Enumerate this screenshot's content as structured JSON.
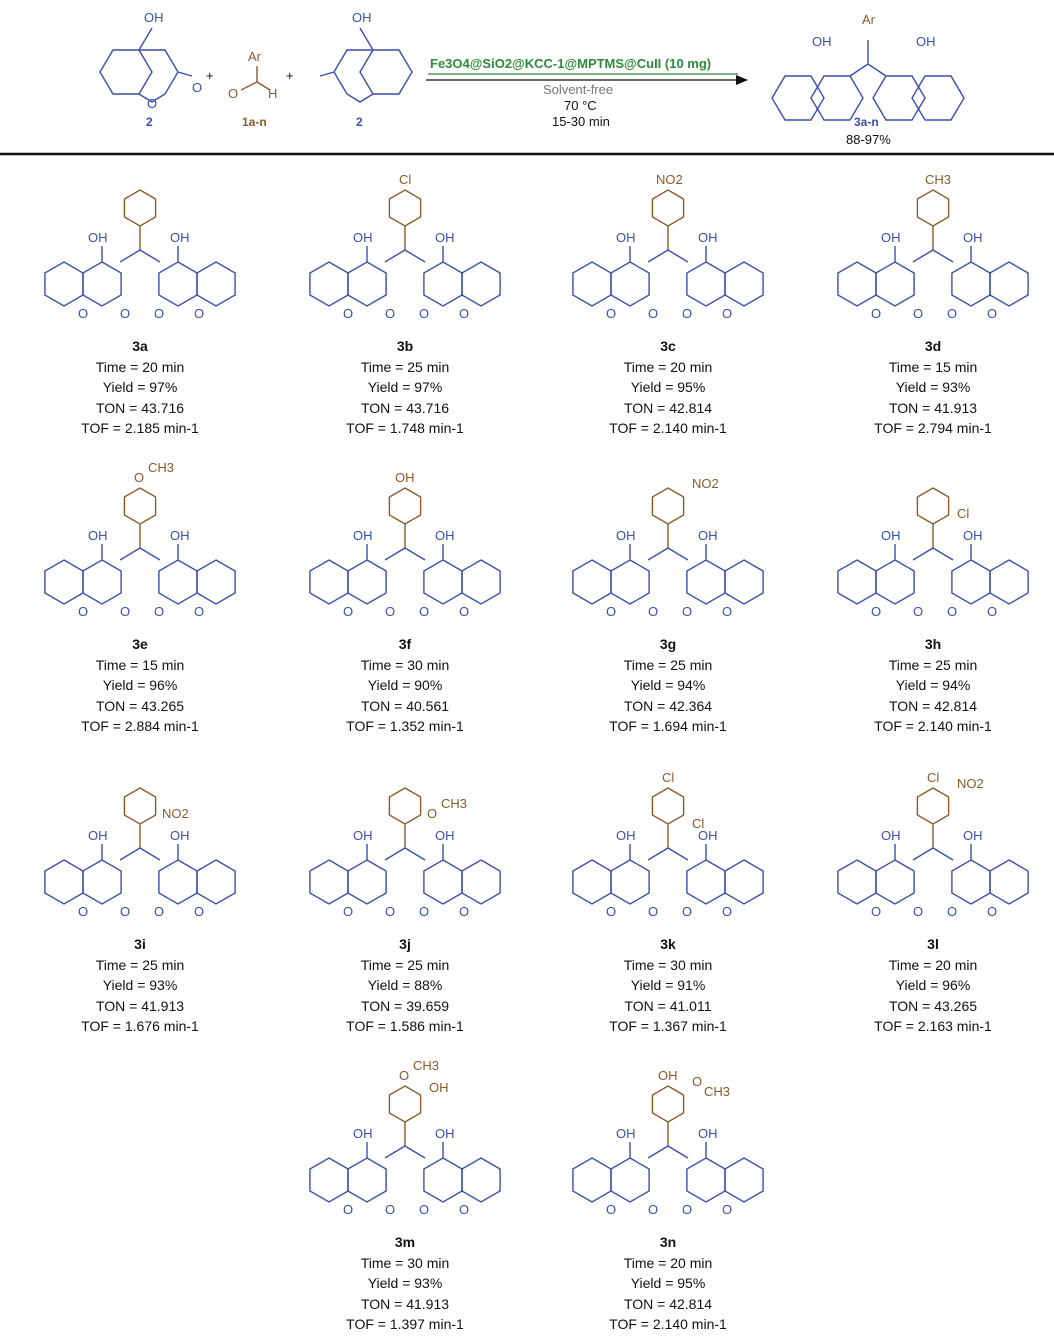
{
  "scheme": {
    "reactant_left_label": "2",
    "aldehyde_label": "1a-n",
    "reactant_right_label": "2",
    "product_label": "3a-n",
    "product_yield": "88-97%",
    "plus": "+",
    "catalyst": "Fe3O4@SiO2@KCC-1@MPTMS@CuII (10 mg)",
    "conditions": [
      "Solvent-free",
      "70 °C",
      "15-30 min"
    ],
    "atoms": {
      "OH": "OH",
      "O": "O",
      "H": "H",
      "Ar": "Ar",
      "Cl": "Cl",
      "NO2": "NO2",
      "CH3": "CH3"
    }
  },
  "compounds": [
    {
      "id": "3a",
      "time": "Time = 20 min",
      "yield": "Yield = 97%",
      "ton": "TON = 43.716",
      "tof": "TOF = 2.185 min-1",
      "substituent": "phenyl"
    },
    {
      "id": "3b",
      "time": "Time = 25 min",
      "yield": "Yield = 97%",
      "ton": "TON = 43.716",
      "tof": "TOF = 1.748 min-1",
      "substituent": "4-Cl"
    },
    {
      "id": "3c",
      "time": "Time = 20 min",
      "yield": "Yield = 95%",
      "ton": "TON = 42.814",
      "tof": "TOF = 2.140 min-1",
      "substituent": "4-NO2"
    },
    {
      "id": "3d",
      "time": "Time = 15 min",
      "yield": "Yield = 93%",
      "ton": "TON = 41.913",
      "tof": "TOF = 2.794 min-1",
      "substituent": "4-CH3"
    },
    {
      "id": "3e",
      "time": "Time = 15 min",
      "yield": "Yield = 96%",
      "ton": "TON = 43.265",
      "tof": "TOF = 2.884 min-1",
      "substituent": "4-OCH3"
    },
    {
      "id": "3f",
      "time": "Time = 30 min",
      "yield": "Yield = 90%",
      "ton": "TON = 40.561",
      "tof": "TOF = 1.352 min-1",
      "substituent": "4-OH"
    },
    {
      "id": "3g",
      "time": "Time = 25 min",
      "yield": "Yield = 94%",
      "ton": "TON = 42.364",
      "tof": "TOF = 1.694 min-1",
      "substituent": "3-NO2"
    },
    {
      "id": "3h",
      "time": "Time = 25 min",
      "yield": "Yield = 94%",
      "ton": "TON = 42.814",
      "tof": "TOF = 2.140 min-1",
      "substituent": "2-Cl"
    },
    {
      "id": "3i",
      "time": "Time = 25 min",
      "yield": "Yield = 93%",
      "ton": "TON = 41.913",
      "tof": "TOF = 1.676 min-1",
      "substituent": "2-NO2"
    },
    {
      "id": "3j",
      "time": "Time = 25 min",
      "yield": "Yield = 88%",
      "ton": "TON = 39.659",
      "tof": "TOF = 1.586 min-1",
      "substituent": "2-OCH3"
    },
    {
      "id": "3k",
      "time": "Time = 30 min",
      "yield": "Yield = 91%",
      "ton": "TON = 41.011",
      "tof": "TOF = 1.367 min-1",
      "substituent": "2,4-Cl2"
    },
    {
      "id": "3l",
      "time": "Time = 20 min",
      "yield": "Yield = 96%",
      "ton": "TON = 43.265",
      "tof": "TOF = 2.163 min-1",
      "substituent": "4-Cl-3-NO2"
    },
    {
      "id": "3m",
      "time": "Time = 30 min",
      "yield": "Yield = 93%",
      "ton": "TON = 41.913",
      "tof": "TOF = 1.397 min-1",
      "substituent": "4-OCH3-3-OH"
    },
    {
      "id": "3n",
      "time": "Time = 20 min",
      "yield": "Yield = 95%",
      "ton": "TON = 42.814",
      "tof": "TOF = 2.140 min-1",
      "substituent": "4-OH-3-OCH3"
    }
  ],
  "colors": {
    "coumarin": "#3a4fa8",
    "aryl": "#8a5a2b",
    "catalyst": "#2e8b3a",
    "conditions": "#777777"
  }
}
